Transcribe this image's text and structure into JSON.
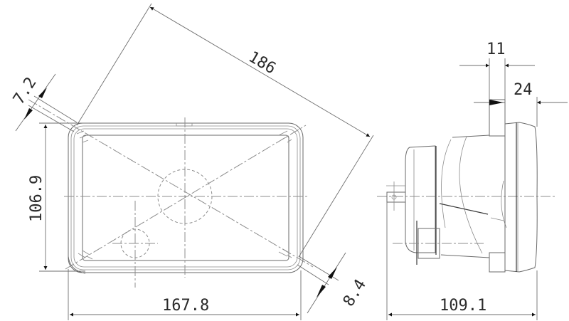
{
  "drawing": {
    "title": "Rectangular headlamp dimension drawing",
    "colors": {
      "line": "#6a6a6a",
      "arrow": "#111111",
      "text": "#2a2a2a",
      "background": "#ffffff"
    },
    "front_view": {
      "dimensions": {
        "diagonal": "186",
        "corner_offset_top_left": "7.2",
        "height": "106.9",
        "width": "167.8",
        "corner_offset_bottom_right": "8.4"
      }
    },
    "side_view": {
      "dimensions": {
        "flange_thickness": "11",
        "lens_depth": "24",
        "overall_depth": "109.1"
      }
    }
  }
}
